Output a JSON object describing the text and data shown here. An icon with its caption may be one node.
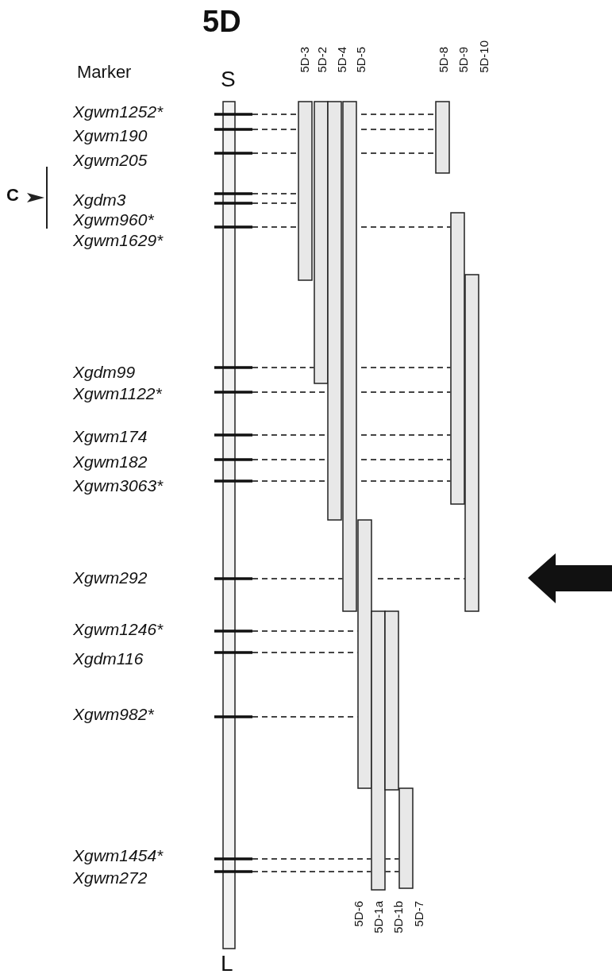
{
  "diagram": {
    "title": "5D",
    "labels": [
      "Marker",
      "S",
      "5D-3",
      "5D-2",
      "5D-4",
      "5D-5",
      "5D-8",
      "5D-9",
      "5D-10",
      "Xgwm1252*",
      "Xgwm190",
      "Xgwm205",
      "C",
      "Xgdm3",
      "Xgwm960*",
      "Xgwm1629*",
      "Xgdm99",
      "Xgwm1122*",
      "Xgwm174",
      "Xgwm182",
      "Xgwm3063*",
      "Xgwm292",
      "Xgwm1246*",
      "Xgdm116",
      "Xgwm982*",
      "Xgwm1454*",
      "Xgwm272",
      "5D-6",
      "5D-1a",
      "5D-1b",
      "5D-7",
      "L"
    ]
  }
}
